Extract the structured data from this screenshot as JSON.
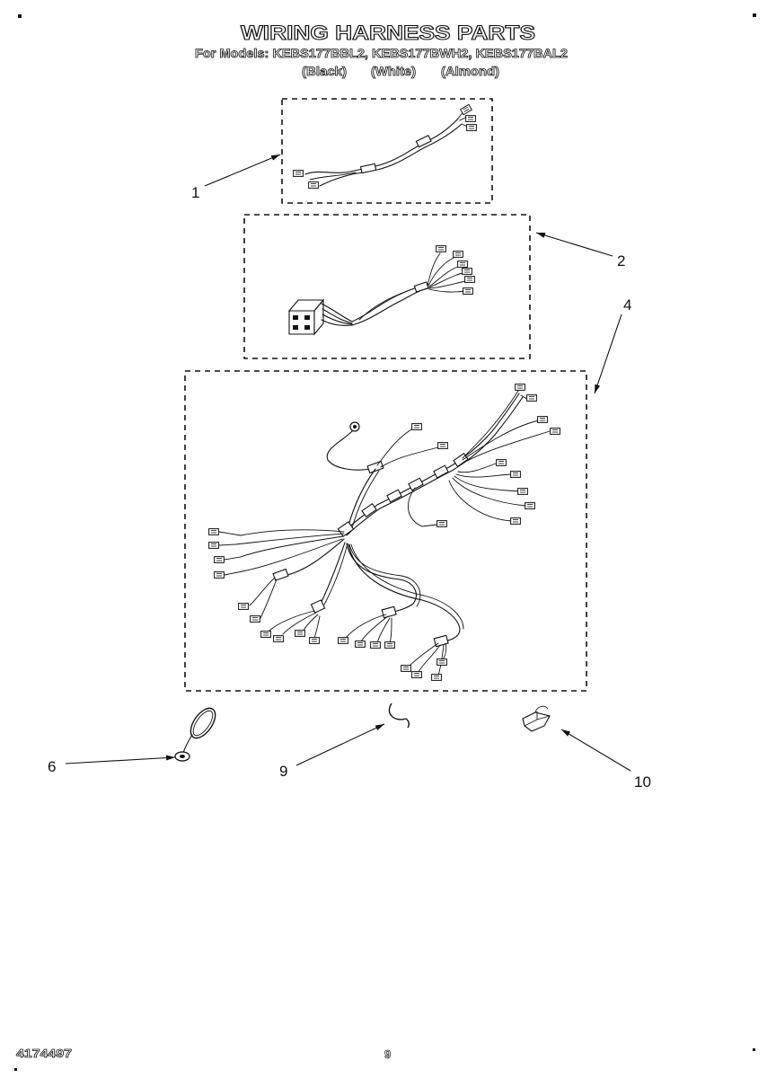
{
  "header": {
    "title": "WIRING HARNESS PARTS",
    "models_line": "For Models: KEBS177BBL2, KEBS177BWH2, KEBS177BAL2",
    "variants": {
      "black": "(Black)",
      "white": "(White)",
      "almond": "(Almond)"
    }
  },
  "callouts": [
    {
      "label": "1"
    },
    {
      "label": "2"
    },
    {
      "label": "4"
    },
    {
      "label": "6"
    },
    {
      "label": "9"
    },
    {
      "label": "10"
    }
  ],
  "footer": {
    "part_number": "4174497",
    "page_number": "9"
  }
}
